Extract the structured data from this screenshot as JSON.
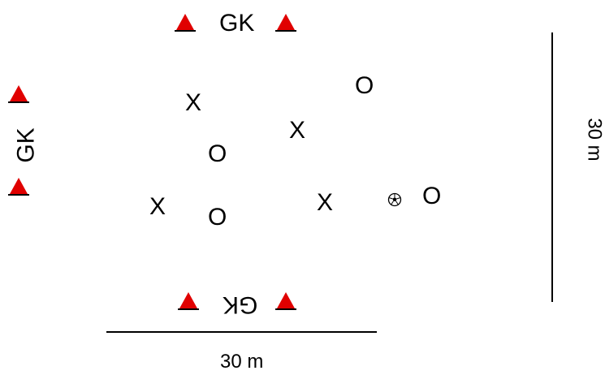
{
  "goalkeeper_label": "GK",
  "team_x_marker": "X",
  "team_o_marker": "O",
  "cone_color": "#e00000",
  "ball_icon": "soccer-ball-icon",
  "dimensions": {
    "width_label": "30 m",
    "height_label": "30 m"
  }
}
